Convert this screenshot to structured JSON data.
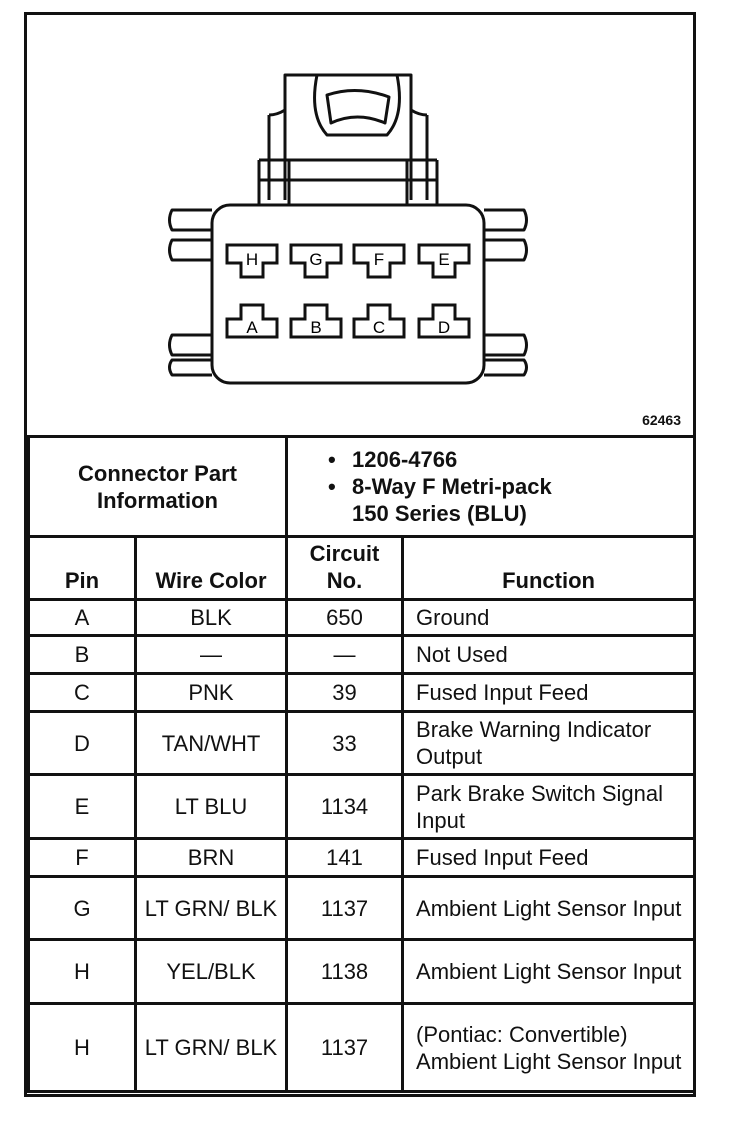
{
  "figure_id": "62463",
  "connector": {
    "pin_labels_top": [
      "H",
      "G",
      "F",
      "E"
    ],
    "pin_labels_bottom": [
      "A",
      "B",
      "C",
      "D"
    ]
  },
  "info": {
    "label": "Connector Part Information",
    "items": [
      "1206-4766",
      "8-Way F Metri-pack",
      "150 Series (BLU)"
    ]
  },
  "headers": {
    "pin": "Pin",
    "wire_color": "Wire Color",
    "circuit": "Circuit No.",
    "function": "Function"
  },
  "rows": [
    {
      "pin": "A",
      "wire": "BLK",
      "circuit": "650",
      "function": "Ground"
    },
    {
      "pin": "B",
      "wire": "—",
      "circuit": "—",
      "function": "Not Used"
    },
    {
      "pin": "C",
      "wire": "PNK",
      "circuit": "39",
      "function": "Fused Input Feed"
    },
    {
      "pin": "D",
      "wire": "TAN/WHT",
      "circuit": "33",
      "function": "Brake Warning Indicator Output"
    },
    {
      "pin": "E",
      "wire": "LT BLU",
      "circuit": "1134",
      "function": "Park Brake Switch Signal Input"
    },
    {
      "pin": "F",
      "wire": "BRN",
      "circuit": "141",
      "function": "Fused Input Feed"
    },
    {
      "pin": "G",
      "wire": "LT GRN/ BLK",
      "circuit": "1137",
      "function": "Ambient Light Sensor Input"
    },
    {
      "pin": "H",
      "wire": "YEL/BLK",
      "circuit": "1138",
      "function": "Ambient Light Sensor Input"
    },
    {
      "pin": "H",
      "wire": "LT GRN/ BLK",
      "circuit": "1137",
      "function": "(Pontiac: Convertible) Ambient Light Sensor Input"
    }
  ]
}
